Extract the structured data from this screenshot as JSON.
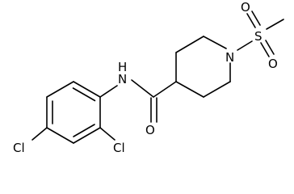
{
  "molecule": {
    "atoms": {
      "nh": "N",
      "h": "H",
      "carbonyl_o": "O",
      "ring_n": "N",
      "sulfur": "S",
      "sulfonyl_o_top": "O",
      "sulfonyl_o_bottom": "O",
      "cl_para": "Cl",
      "cl_ortho": "Cl"
    }
  },
  "colors": {
    "ink": "#000000",
    "background": "#ffffff"
  }
}
